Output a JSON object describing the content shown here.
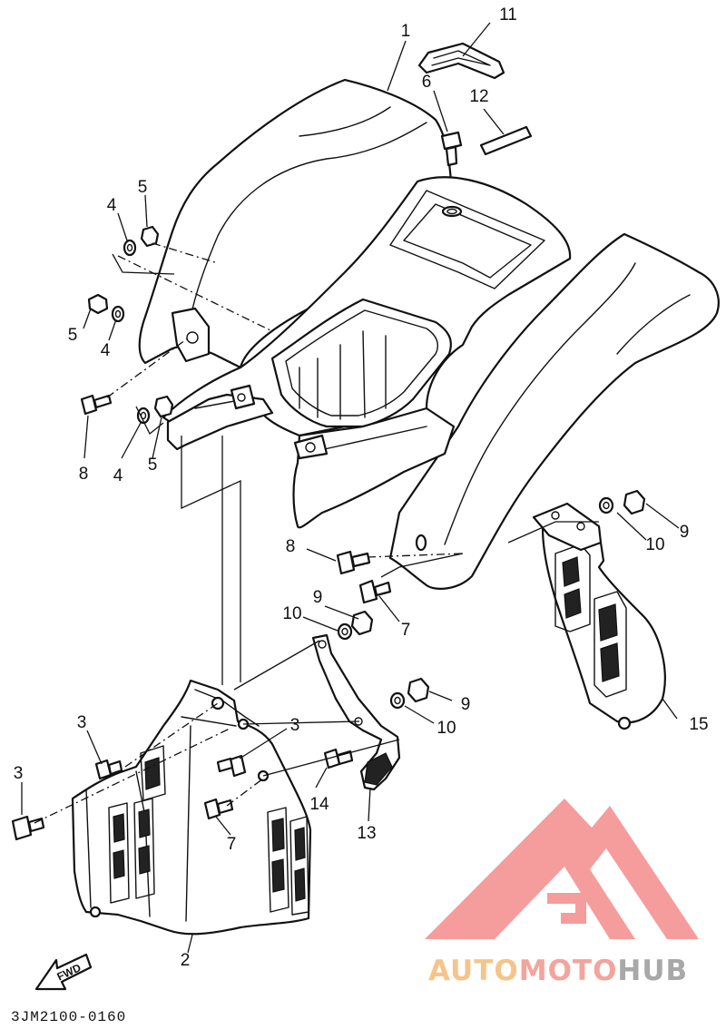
{
  "diagram": {
    "reference_code": "3JM2100-0160",
    "fwd_label": "FWD",
    "callouts": [
      {
        "id": "c1",
        "text": "1"
      },
      {
        "id": "c2",
        "text": "2"
      },
      {
        "id": "c3a",
        "text": "3"
      },
      {
        "id": "c3b",
        "text": "3"
      },
      {
        "id": "c3c",
        "text": "3"
      },
      {
        "id": "c4a",
        "text": "4"
      },
      {
        "id": "c4b",
        "text": "4"
      },
      {
        "id": "c4c",
        "text": "4"
      },
      {
        "id": "c5a",
        "text": "5"
      },
      {
        "id": "c5b",
        "text": "5"
      },
      {
        "id": "c5c",
        "text": "5"
      },
      {
        "id": "c6",
        "text": "6"
      },
      {
        "id": "c7a",
        "text": "7"
      },
      {
        "id": "c7b",
        "text": "7"
      },
      {
        "id": "c8a",
        "text": "8"
      },
      {
        "id": "c8b",
        "text": "8"
      },
      {
        "id": "c9a",
        "text": "9"
      },
      {
        "id": "c9b",
        "text": "9"
      },
      {
        "id": "c9c",
        "text": "9"
      },
      {
        "id": "c10a",
        "text": "10"
      },
      {
        "id": "c10b",
        "text": "10"
      },
      {
        "id": "c10c",
        "text": "10"
      },
      {
        "id": "c11",
        "text": "11"
      },
      {
        "id": "c12",
        "text": "12"
      },
      {
        "id": "c13",
        "text": "13"
      },
      {
        "id": "c14",
        "text": "14"
      },
      {
        "id": "c15",
        "text": "15"
      }
    ]
  },
  "watermark": {
    "part1": "AUTO",
    "part2": "MOTO",
    "part3": "HUB",
    "colors": {
      "auto": "#f6c48a",
      "moto": "#f3a49c",
      "hub": "#a8a8a8",
      "logo": "#f48b8b"
    }
  }
}
